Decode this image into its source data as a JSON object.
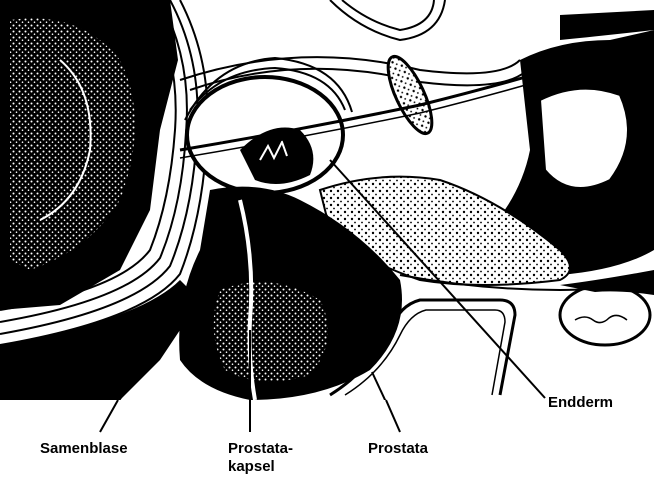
{
  "labels": {
    "samenblase": "Samenblase",
    "prostatakapsel_line1": "Prostata-",
    "prostatakapsel_line2": "kapsel",
    "prostata": "Prostata",
    "endoderm": "Endderm"
  },
  "colors": {
    "ink": "#000000",
    "paper": "#ffffff"
  }
}
